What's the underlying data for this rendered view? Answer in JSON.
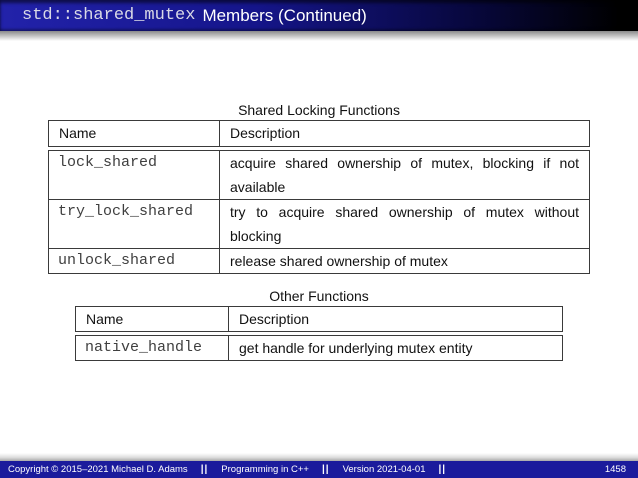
{
  "title": {
    "code": "std::shared_mutex",
    "rest": "Members (Continued)"
  },
  "tables": [
    {
      "caption": "Shared Locking Functions",
      "headers": {
        "name": "Name",
        "description": "Description"
      },
      "rows": [
        {
          "name": "lock_shared",
          "description": "acquire shared ownership of mutex, blocking if not available"
        },
        {
          "name": "try_lock_shared",
          "description": "try to acquire shared ownership of mutex without blocking"
        },
        {
          "name": "unlock_shared",
          "description": "release shared ownership of mutex"
        }
      ]
    },
    {
      "caption": "Other Functions",
      "headers": {
        "name": "Name",
        "description": "Description"
      },
      "rows": [
        {
          "name": "native_handle",
          "description": "get handle for underlying mutex entity"
        }
      ]
    }
  ],
  "footer": {
    "copyright": "Copyright © 2015–2021 Michael D. Adams",
    "separator": "||",
    "course": "Programming in C++",
    "version": "Version 2021-04-01",
    "page": "1458"
  },
  "colors": {
    "titlebar_left": "#2222aa",
    "titlebar_right": "#000000",
    "footer_bg": "#1b1b9c"
  }
}
